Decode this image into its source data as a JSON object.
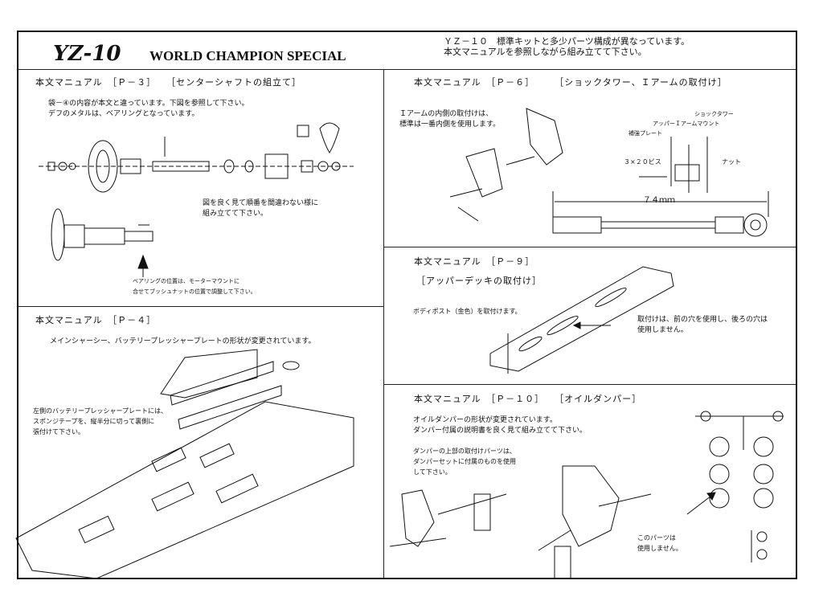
{
  "header": {
    "model": "YZ-10",
    "series": "WORLD CHAMPION SPECIAL",
    "notice_line1": "ＹＺ－１０　標準キットと多少パーツ構成が異なっています。",
    "notice_line2": "本文マニュアルを参照しながら組み立てて下さい。"
  },
  "p3": {
    "heading": "本文マニュアル　［Ｐ－３］　　［センターシャフトの組立て］",
    "note1": "袋－④の内容が本文と違っています。下図を参照して下さい。",
    "note2": "デフのメタルは、ベアリングとなっています。",
    "order1": "図を良く見て順番を間違わない様に",
    "order2": "組み立てて下さい。",
    "bearing1": "ベアリングの位置は、モーターマウントに",
    "bearing2": "合せてブッシュナットの位置で調整して下さい。"
  },
  "p4": {
    "heading": "本文マニュアル　［Ｐ－４］",
    "note": "メインシャーシー、バッテリープレッシャープレートの形状が変更されています。",
    "left1": "左側のバッテリープレッシャープレートには、",
    "left2": "スポンジテープを、縦半分に切って裏側に",
    "left3": "張付けて下さい。"
  },
  "p6": {
    "heading": "本文マニュアル　［Ｐ－６］　　　［ショックタワー、Ｉアームの取付け］",
    "note1": "Ｉアームの内側の取付けは、",
    "note2": "標準は一番内側を使用します。",
    "lbl_tower": "ショックタワー",
    "lbl_upper": "アッパーＩアームマウント",
    "lbl_plate": "補強プレート",
    "lbl_screw": "３×２０ビス",
    "lbl_nut": "ナット",
    "dim": "７４ｍｍ"
  },
  "p9": {
    "heading": "本文マニュアル　［Ｐ－９］",
    "sub": "［アッパーデッキの取付け］",
    "post": "ボディポスト（金色）を取付けます。",
    "hole1": "取付けは、前の穴を使用し、後ろの穴は",
    "hole2": "使用しません。"
  },
  "p10": {
    "heading": "本文マニュアル　［Ｐ－１０］　　［オイルダンパー］",
    "note1": "オイルダンパーの形状が変更されています。",
    "note2": "ダンパー付属の説明書を良く見て組み立てて下さい。",
    "top1": "ダンパーの上部の取付けパーツは、",
    "top2": "ダンパーセットに付属のものを使用",
    "top3": "して下さい。",
    "unused1": "このパーツは",
    "unused2": "使用しません。"
  }
}
